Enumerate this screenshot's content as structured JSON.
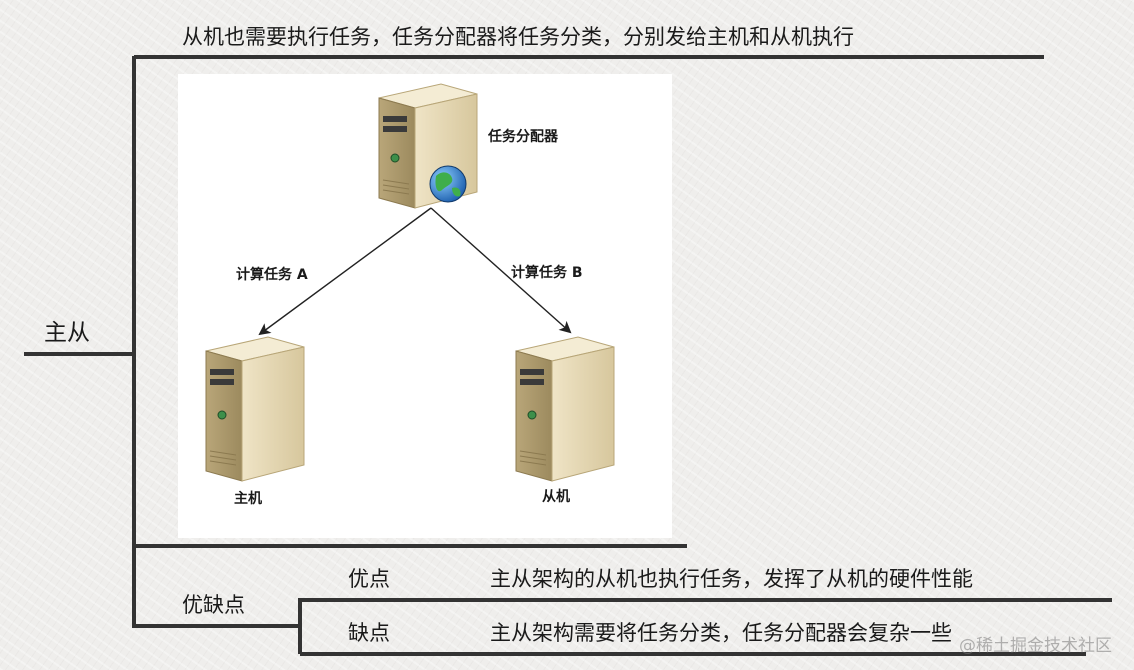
{
  "mindmap": {
    "root_label": "主从",
    "description": "从机也需要执行任务，任务分配器将任务分类，分别发给主机和从机执行",
    "pros_cons": {
      "label": "优缺点",
      "pros": {
        "label": "优点",
        "text": "主从架构的从机也执行任务，发挥了从机的硬件性能"
      },
      "cons": {
        "label": "缺点",
        "text": "主从架构需要将任务分类，任务分配器会复杂一些"
      }
    }
  },
  "diagram": {
    "dispatcher_label": "任务分配器",
    "master_label": "主机",
    "slave_label": "从机",
    "edge_a_label": "计算任务 A",
    "edge_b_label": "计算任务 B"
  },
  "watermark": "@稀土掘金技术社区"
}
